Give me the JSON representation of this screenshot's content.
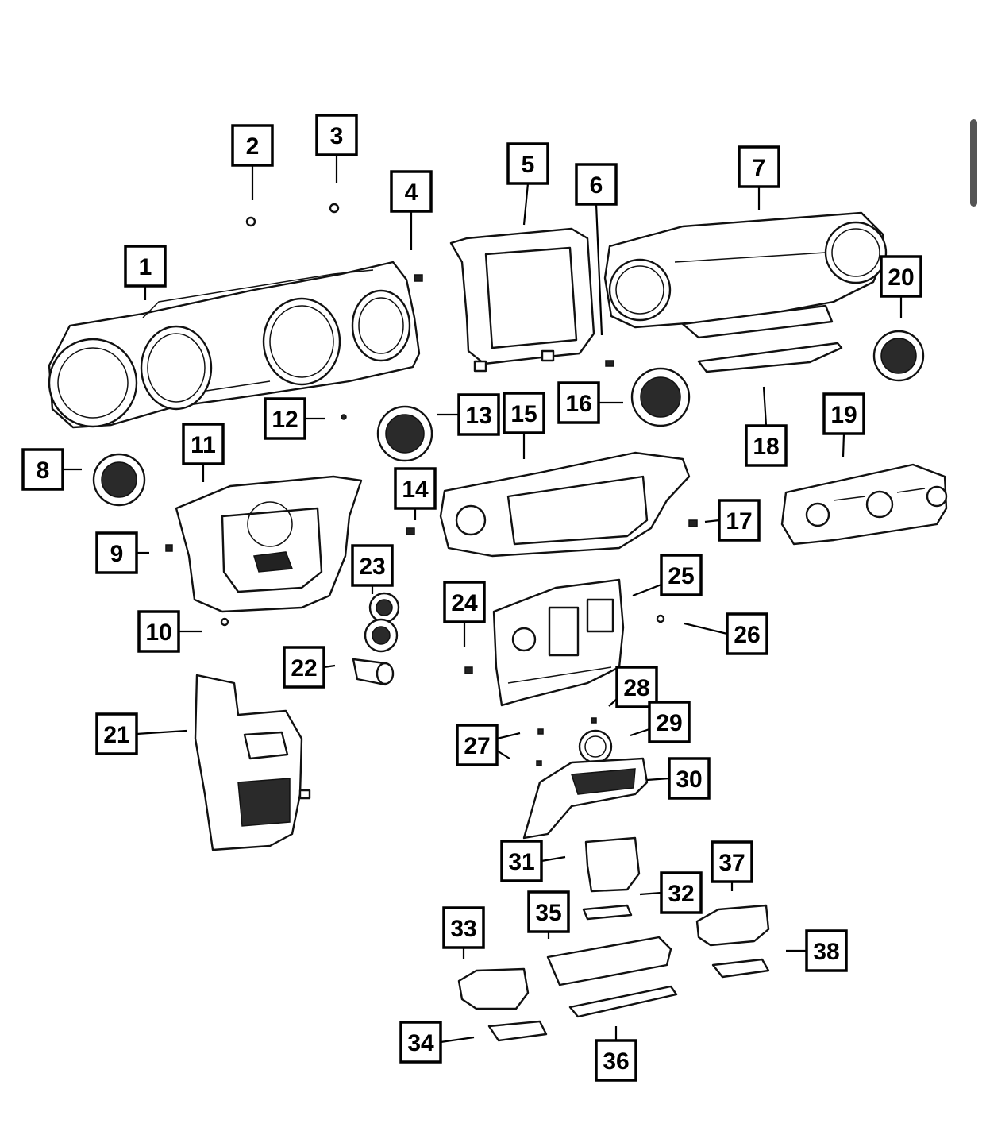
{
  "diagram": {
    "callouts": [
      {
        "id": 1,
        "text": "1"
      },
      {
        "id": 2,
        "text": "2"
      },
      {
        "id": 3,
        "text": "3"
      },
      {
        "id": 4,
        "text": "4"
      },
      {
        "id": 5,
        "text": "5"
      },
      {
        "id": 6,
        "text": "6"
      },
      {
        "id": 7,
        "text": "7"
      },
      {
        "id": 8,
        "text": "8"
      },
      {
        "id": 9,
        "text": "9"
      },
      {
        "id": 10,
        "text": "10"
      },
      {
        "id": 11,
        "text": "11"
      },
      {
        "id": 12,
        "text": "12"
      },
      {
        "id": 13,
        "text": "13"
      },
      {
        "id": 14,
        "text": "14"
      },
      {
        "id": 15,
        "text": "15"
      },
      {
        "id": 16,
        "text": "16"
      },
      {
        "id": 17,
        "text": "17"
      },
      {
        "id": 18,
        "text": "18"
      },
      {
        "id": 19,
        "text": "19"
      },
      {
        "id": 20,
        "text": "20"
      },
      {
        "id": 21,
        "text": "21"
      },
      {
        "id": 22,
        "text": "22"
      },
      {
        "id": 23,
        "text": "23"
      },
      {
        "id": 24,
        "text": "24"
      },
      {
        "id": 25,
        "text": "25"
      },
      {
        "id": 26,
        "text": "26"
      },
      {
        "id": 27,
        "text": "27"
      },
      {
        "id": 28,
        "text": "28"
      },
      {
        "id": 29,
        "text": "29"
      },
      {
        "id": 30,
        "text": "30"
      },
      {
        "id": 31,
        "text": "31"
      },
      {
        "id": 32,
        "text": "32"
      },
      {
        "id": 33,
        "text": "33"
      },
      {
        "id": 34,
        "text": "34"
      },
      {
        "id": 35,
        "text": "35"
      },
      {
        "id": 36,
        "text": "36"
      },
      {
        "id": 37,
        "text": "37"
      },
      {
        "id": 38,
        "text": "38"
      }
    ]
  },
  "colors": {
    "ink": "#000000",
    "background": "#ffffff",
    "scrollbar": "#555555"
  }
}
